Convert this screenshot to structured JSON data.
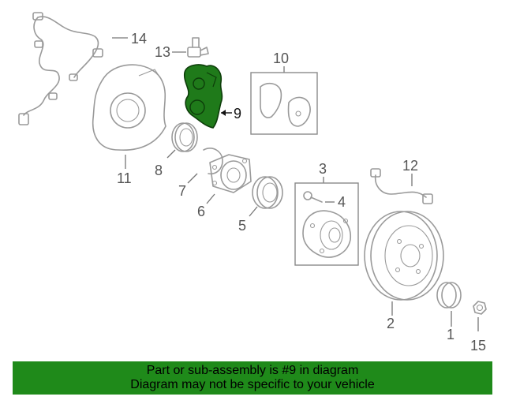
{
  "diagram": {
    "highlight_color": "#1f7a1a",
    "callouts": [
      {
        "id": "1",
        "label": "1"
      },
      {
        "id": "2",
        "label": "2"
      },
      {
        "id": "3",
        "label": "3"
      },
      {
        "id": "4",
        "label": "4"
      },
      {
        "id": "5",
        "label": "5"
      },
      {
        "id": "6",
        "label": "6"
      },
      {
        "id": "7",
        "label": "7"
      },
      {
        "id": "8",
        "label": "8"
      },
      {
        "id": "9",
        "label": "9"
      },
      {
        "id": "10",
        "label": "10"
      },
      {
        "id": "11",
        "label": "11"
      },
      {
        "id": "12",
        "label": "12"
      },
      {
        "id": "13",
        "label": "13"
      },
      {
        "id": "14",
        "label": "14"
      },
      {
        "id": "15",
        "label": "15"
      }
    ]
  },
  "footer": {
    "background": "#1f8a1a",
    "line1": "Part or sub-assembly is #9 in diagram",
    "line2": "Diagram may not be specific to your vehicle"
  }
}
